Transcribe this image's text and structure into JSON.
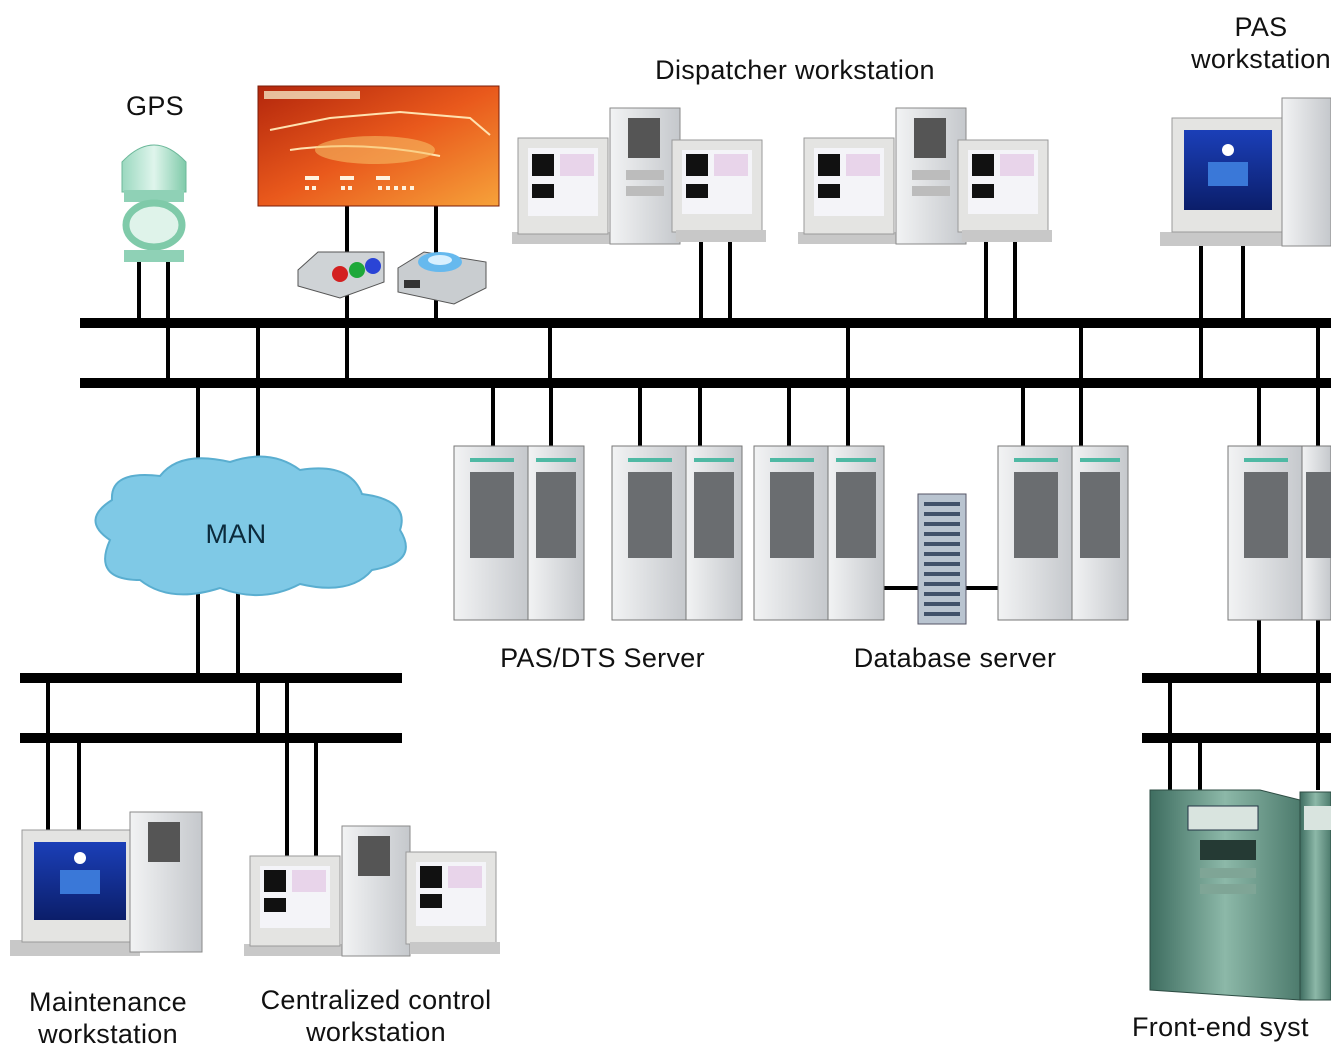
{
  "labels": {
    "gps": "GPS",
    "dispatcher": "Dispatcher  workstation",
    "pas_line1": "PAS",
    "pas_line2": "workstation",
    "man": "MAN",
    "pas_dts_server": "PAS/DTS  Server",
    "database_server": "Database  server",
    "maintenance_line1": "Maintenance",
    "maintenance_line2": "workstation",
    "centralized_line1": "Centralized  control",
    "centralized_line2": "workstation",
    "front_end": "Front-end  syst"
  },
  "colors": {
    "bus": "#000000",
    "cloud": "#8fd3ec",
    "display_wall": "#d9411a",
    "cabinet": "#5f8f80",
    "server": "#d6d9dc"
  }
}
